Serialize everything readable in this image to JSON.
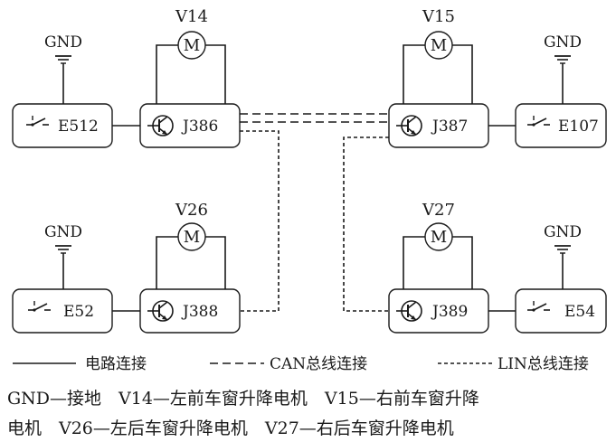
{
  "modules": {
    "j386": "J386",
    "j387": "J387",
    "j388": "J388",
    "j389": "J389"
  },
  "switches": {
    "e512": "E512",
    "e107": "E107",
    "e52": "E52",
    "e54": "E54"
  },
  "motors": {
    "v14": "V14",
    "v15": "V15",
    "v26": "V26",
    "v27": "V27",
    "symbol": "M"
  },
  "ground_label": "GND",
  "legend": {
    "circuit": "电路连接",
    "can": "CAN总线连接",
    "lin": "LIN总线连接"
  },
  "caption": {
    "line1": "GND—接地　V14—左前车窗升降电机　V15—右前车窗升降",
    "line2": "电机　V26—左后车窗升降电机　V27—右后车窗升降电机"
  },
  "icons": {
    "ground": "ground-icon",
    "switch": "switch-icon",
    "transistor": "transistor-icon",
    "motor": "motor-icon"
  }
}
